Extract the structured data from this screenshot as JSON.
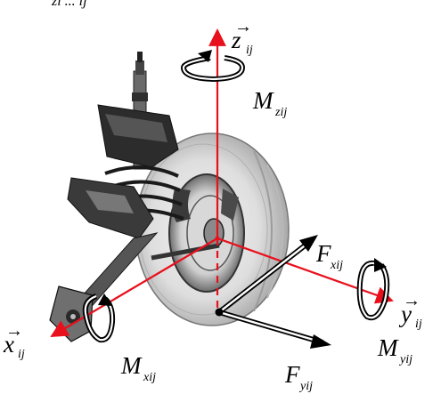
{
  "top_cut_text": "zi ... ij",
  "colors": {
    "axis": "#e8101c",
    "vector": "#000000",
    "tire": "#cfcfcf"
  },
  "labels": {
    "z_axis": {
      "main": "z",
      "sub": "ij",
      "vector_mark": "→"
    },
    "x_axis": {
      "main": "x",
      "sub": "ij",
      "vector_mark": "→"
    },
    "y_axis": {
      "main": "y",
      "sub": "ij",
      "vector_mark": "→"
    },
    "moment_z": {
      "main": "M",
      "sub": "zij"
    },
    "moment_x": {
      "main": "M",
      "sub": "xij"
    },
    "moment_y": {
      "main": "M",
      "sub": "yij"
    },
    "force_x": {
      "main": "F",
      "sub": "xij"
    },
    "force_y": {
      "main": "F",
      "sub": "yij"
    }
  },
  "icons": [
    "wheel-suspension-illustration",
    "rotation-arrow-icon"
  ]
}
